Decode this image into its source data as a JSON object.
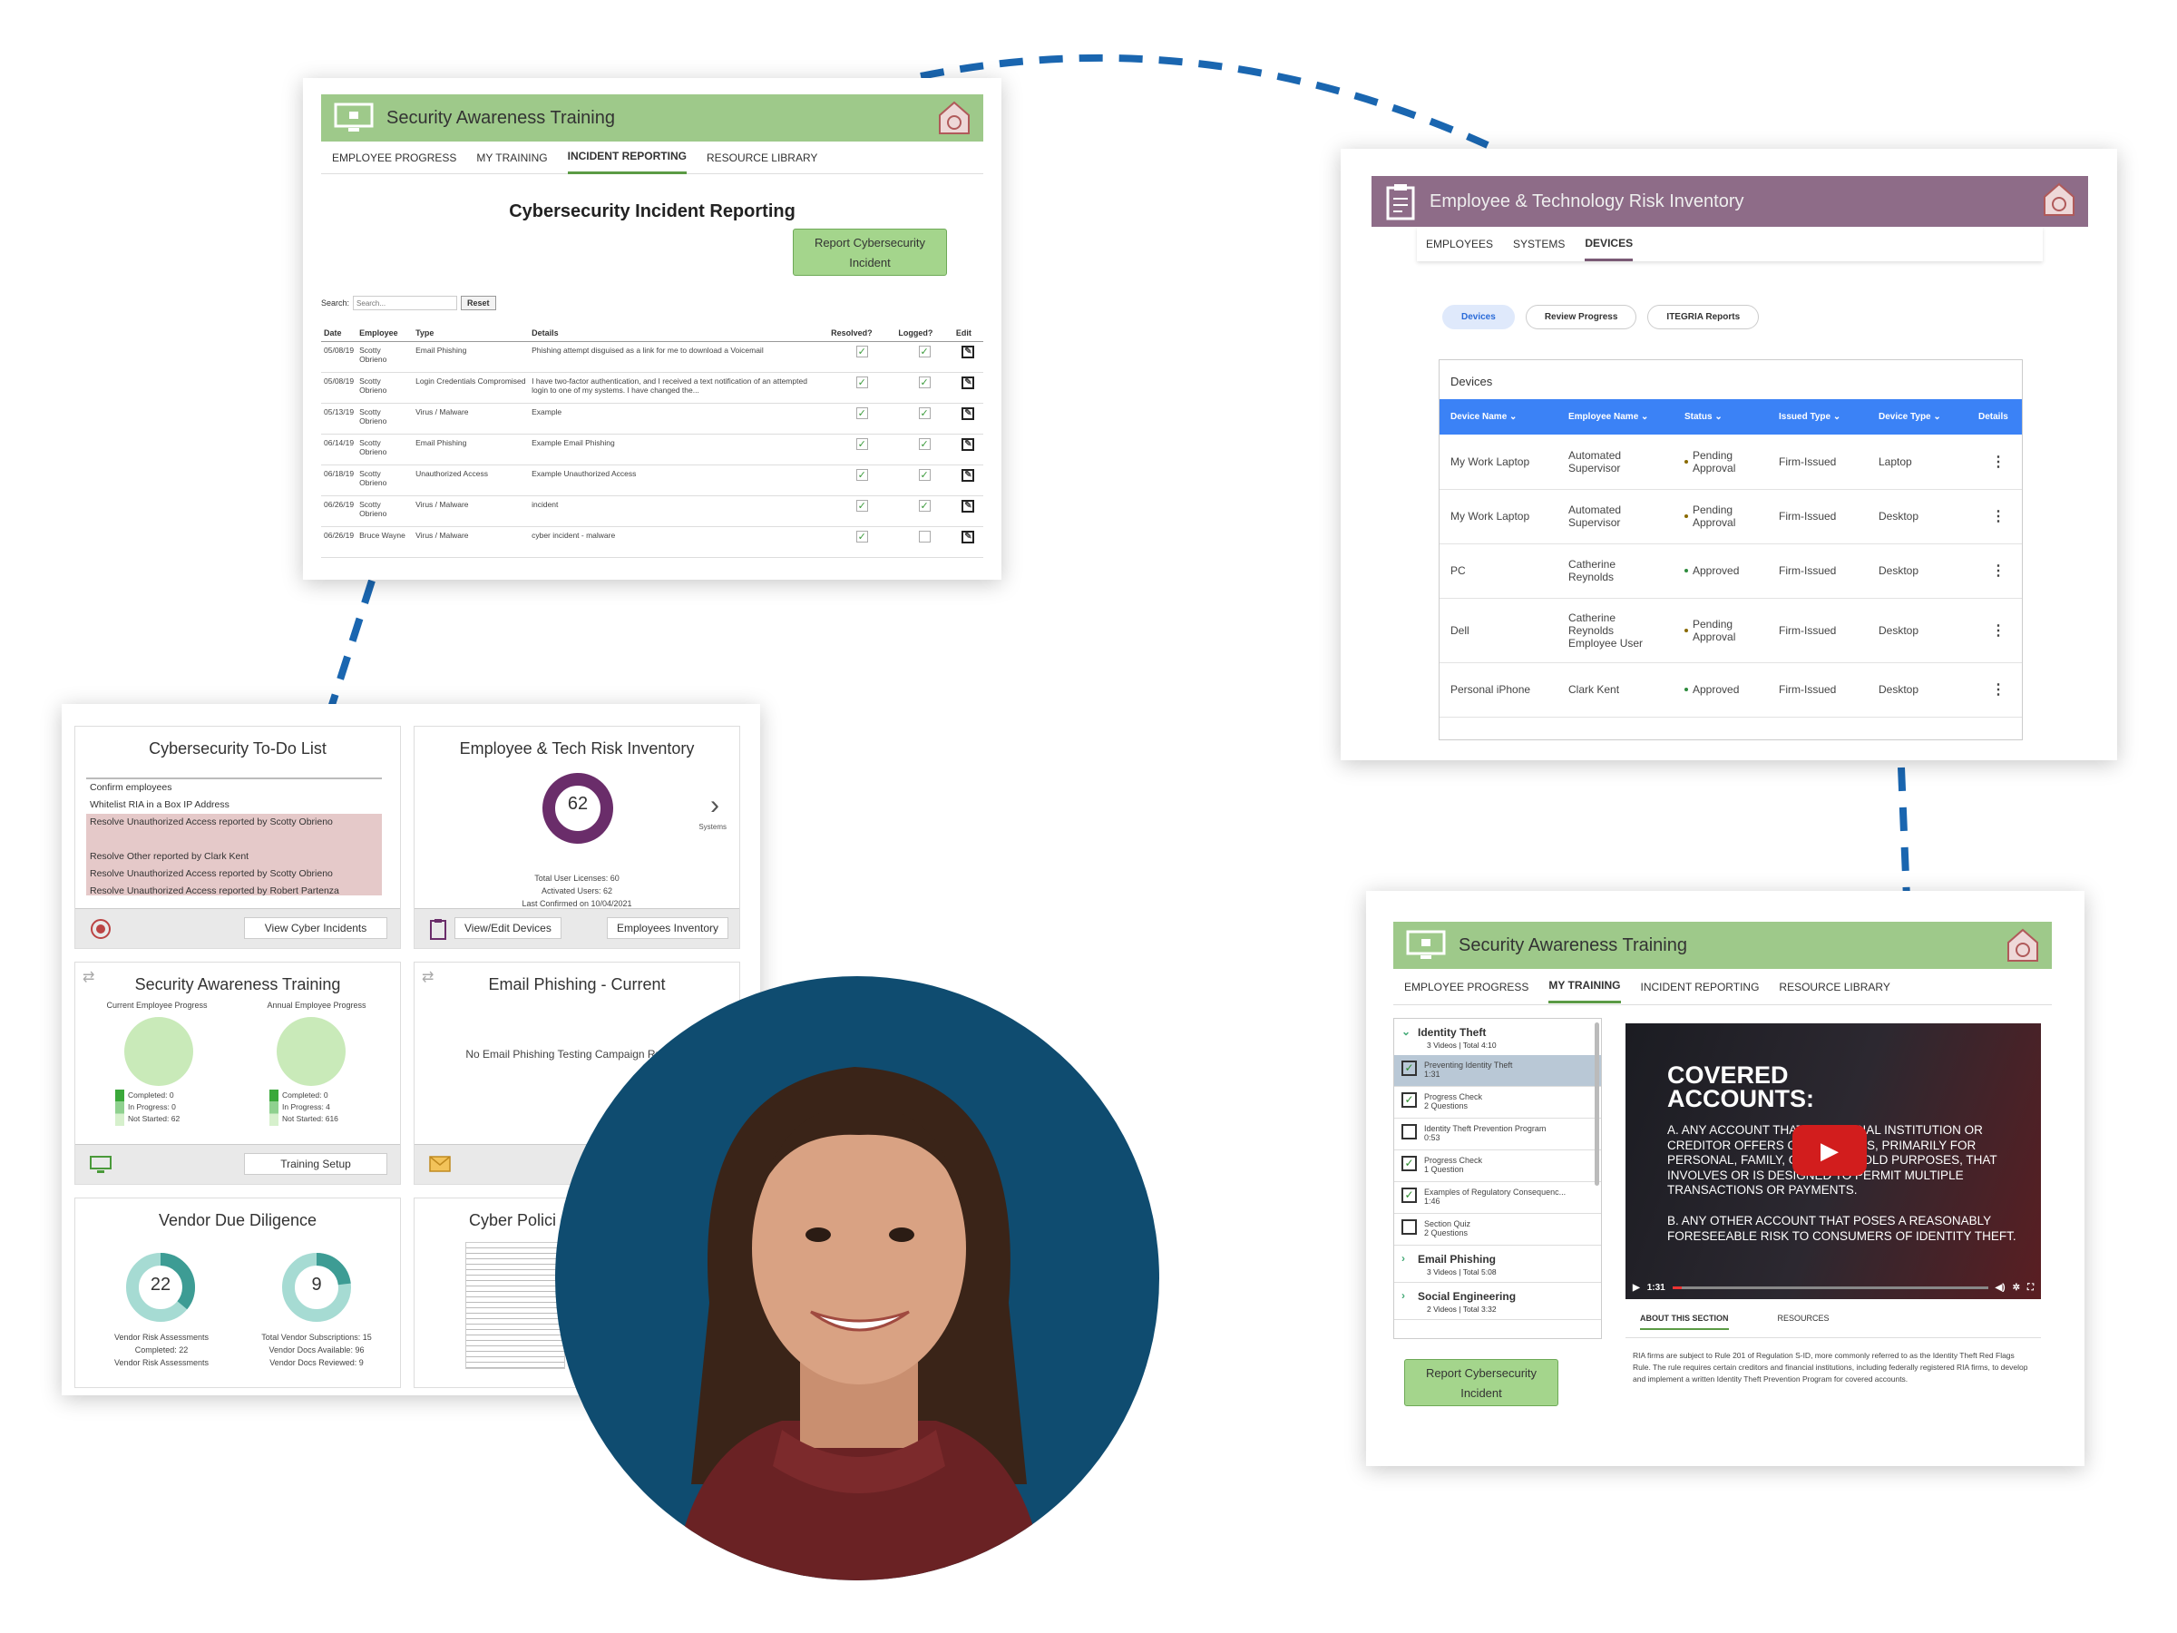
{
  "incident_app": {
    "header_title": "Security Awareness Training",
    "tabs": [
      "EMPLOYEE PROGRESS",
      "MY TRAINING",
      "INCIDENT REPORTING",
      "RESOURCE LIBRARY"
    ],
    "active_tab": "INCIDENT REPORTING",
    "page_title": "Cybersecurity Incident Reporting",
    "report_button": "Report Cybersecurity Incident",
    "search_label": "Search:",
    "search_placeholder": "Search...",
    "reset_button": "Reset",
    "columns": [
      "Date",
      "Employee",
      "Type",
      "Details",
      "Resolved?",
      "Logged?",
      "Edit"
    ],
    "rows": [
      {
        "date": "05/08/19",
        "employee": "Scotty Obrieno",
        "type": "Email Phishing",
        "details": "Phishing attempt disguised as a link for me to download a Voicemail",
        "resolved": true,
        "logged": true
      },
      {
        "date": "05/08/19",
        "employee": "Scotty Obrieno",
        "type": "Login Credentials Compromised",
        "details": "I have two-factor authentication, and I received a text notification of an attempted login to one of my systems. I have changed the...",
        "resolved": true,
        "logged": true
      },
      {
        "date": "05/13/19",
        "employee": "Scotty Obrieno",
        "type": "Virus / Malware",
        "details": "Example",
        "resolved": true,
        "logged": true
      },
      {
        "date": "06/14/19",
        "employee": "Scotty Obrieno",
        "type": "Email Phishing",
        "details": "Example Email Phishing",
        "resolved": true,
        "logged": true
      },
      {
        "date": "06/18/19",
        "employee": "Scotty Obrieno",
        "type": "Unauthorized Access",
        "details": "Example Unauthorized Access",
        "resolved": true,
        "logged": true
      },
      {
        "date": "06/26/19",
        "employee": "Scotty Obrieno",
        "type": "Virus / Malware",
        "details": "incident",
        "resolved": true,
        "logged": true
      },
      {
        "date": "06/26/19",
        "employee": "Bruce Wayne",
        "type": "Virus / Malware",
        "details": "cyber incident - malware",
        "resolved": true,
        "logged": false
      }
    ]
  },
  "inventory_app": {
    "header_title": "Employee & Technology Risk Inventory",
    "tabs": [
      "EMPLOYEES",
      "SYSTEMS",
      "DEVICES"
    ],
    "active_tab": "DEVICES",
    "pills": [
      "Devices",
      "Review Progress",
      "ITEGRIA Reports"
    ],
    "active_pill": "Devices",
    "panel_title": "Devices",
    "columns": [
      "Device Name",
      "Employee Name",
      "Status",
      "Issued Type",
      "Device Type",
      "Details"
    ],
    "rows": [
      {
        "device": "My Work Laptop",
        "employee": "Automated Supervisor",
        "status": "Pending Approval",
        "issued": "Firm-Issued",
        "type": "Laptop"
      },
      {
        "device": "My Work Laptop",
        "employee": "Automated Supervisor",
        "status": "Pending Approval",
        "issued": "Firm-Issued",
        "type": "Desktop"
      },
      {
        "device": "PC",
        "employee": "Catherine Reynolds",
        "status": "Approved",
        "issued": "Firm-Issued",
        "type": "Desktop"
      },
      {
        "device": "Dell",
        "employee": "Catherine Reynolds Employee User",
        "status": "Pending Approval",
        "issued": "Firm-Issued",
        "type": "Desktop"
      },
      {
        "device": "Personal iPhone",
        "employee": "Clark Kent",
        "status": "Approved",
        "issued": "Firm-Issued",
        "type": "Desktop"
      }
    ],
    "colors": {
      "pending": "#8a6a00",
      "approved": "#2e8b3d",
      "header": "#3b82f6"
    }
  },
  "dashboard": {
    "todo": {
      "title": "Cybersecurity To-Do List",
      "items": [
        {
          "text": "Confirm employees",
          "highlight": false
        },
        {
          "text": "Whitelist RIA in a Box IP Address",
          "highlight": false
        },
        {
          "text": "Resolve Unauthorized Access reported by Scotty Obrieno",
          "highlight": true
        },
        {
          "text": "",
          "highlight": true
        },
        {
          "text": "Resolve Other reported by Clark Kent",
          "highlight": true
        },
        {
          "text": "Resolve Unauthorized Access reported by Scotty Obrieno",
          "highlight": true
        },
        {
          "text": "Resolve Unauthorized Access reported by Robert Partenza",
          "highlight": true
        }
      ],
      "button": "View Cyber Incidents"
    },
    "inventory": {
      "title": "Employee & Tech Risk Inventory",
      "count": "62",
      "next_label": "Systems",
      "stats": [
        "Total User Licenses: 60",
        "Activated Users: 62",
        "Last Confirmed on 10/04/2021"
      ],
      "buttons": [
        "View/Edit Devices",
        "Employees Inventory"
      ]
    },
    "training": {
      "title": "Security Awareness Training",
      "left_label": "Current Employee Progress",
      "right_label": "Annual Employee Progress",
      "left_stats": [
        "Completed: 0",
        "In Progress: 0",
        "Not Started: 62"
      ],
      "right_stats": [
        "Completed: 0",
        "In Progress: 4",
        "Not Started: 616"
      ],
      "button": "Training Setup"
    },
    "phishing": {
      "title": "Email Phishing - Current",
      "message": "No Email Phishing Testing Campaign Running"
    },
    "vendor": {
      "title": "Vendor Due Diligence",
      "left_count": "22",
      "right_count": "9",
      "left_stats": [
        "Vendor Risk Assessments",
        "Completed: 22",
        "Vendor Risk Assessments"
      ],
      "right_stats": [
        "Total Vendor Subscriptions: 15",
        "Vendor Docs Available: 96",
        "Vendor Docs Reviewed: 9"
      ]
    },
    "policies": {
      "title": "Cyber Polici"
    }
  },
  "training_app": {
    "header_title": "Security Awareness Training",
    "tabs": [
      "EMPLOYEE PROGRESS",
      "MY TRAINING",
      "INCIDENT REPORTING",
      "RESOURCE LIBRARY"
    ],
    "active_tab": "MY TRAINING",
    "sections": [
      {
        "title": "Identity Theft",
        "sub": "3 Videos | Total 4:10",
        "open": true
      },
      {
        "title": "Email Phishing",
        "sub": "3 Videos | Total 5:08",
        "open": false
      },
      {
        "title": "Social Engineering",
        "sub": "2 Videos | Total 3:32",
        "open": false
      }
    ],
    "items": [
      {
        "title": "Preventing Identity Theft",
        "meta": "1:31",
        "checked": true,
        "active": true
      },
      {
        "title": "Progress Check",
        "meta": "2 Questions",
        "checked": true,
        "active": false
      },
      {
        "title": "Identity Theft Prevention Program",
        "meta": "0:53",
        "checked": false,
        "active": false
      },
      {
        "title": "Progress Check",
        "meta": "1 Question",
        "checked": true,
        "active": false
      },
      {
        "title": "Examples of Regulatory Consequenc...",
        "meta": "1:46",
        "checked": true,
        "active": false
      },
      {
        "title": "Section Quiz",
        "meta": "2 Questions",
        "checked": false,
        "active": false
      }
    ],
    "video": {
      "heading1": "COVERED",
      "heading2": "ACCOUNTS:",
      "text_a": "A. ANY ACCOUNT THAT A FINANCIAL INSTITUTION OR CREDITOR OFFERS OR MAINTAINS, PRIMARILY FOR PERSONAL, FAMILY, OR HOUSEHOLD PURPOSES, THAT INVOLVES OR IS DESIGNED TO PERMIT MULTIPLE TRANSACTIONS OR PAYMENTS.",
      "text_b": "B. ANY OTHER ACCOUNT THAT POSES A REASONABLY FORESEEABLE RISK TO CONSUMERS OF IDENTITY THEFT.",
      "time": "1:31",
      "progress": 0.03
    },
    "below_tabs": [
      "ABOUT THIS SECTION",
      "RESOURCES"
    ],
    "description": "RIA firms are subject to Rule 201 of Regulation S-ID, more commonly referred to as the Identity Theft Red Flags Rule. The rule requires certain creditors and financial institutions, including federally registered RIA firms, to develop and implement a written Identity Theft Prevention Program for covered accounts.",
    "report_button": "Report Cybersecurity Incident"
  }
}
